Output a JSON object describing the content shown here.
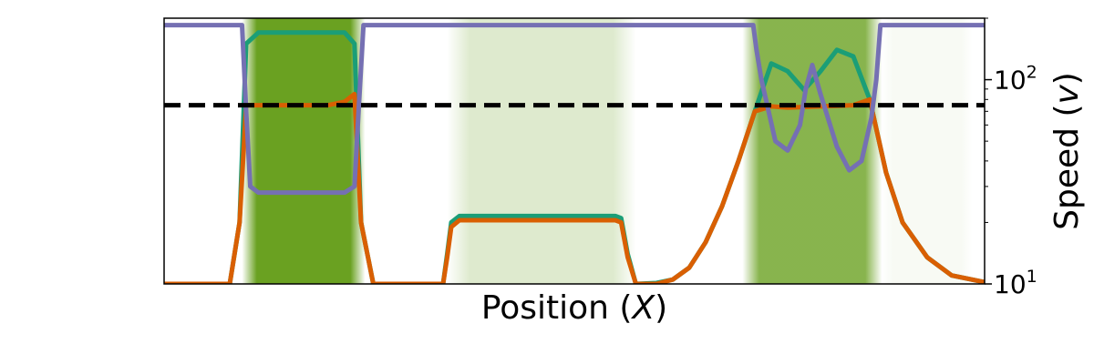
{
  "chart_data": {
    "type": "line",
    "title": "",
    "xlabel": "Position (X)",
    "ylabel": "Speed (v)",
    "y_scale": "log",
    "y_axis_side": "right",
    "ylim": [
      10,
      200
    ],
    "xlim": [
      0,
      1
    ],
    "x_ticks_shown": false,
    "grid": false,
    "legend": "none",
    "y_ticks": [
      {
        "value": 10,
        "label_base": "10",
        "label_exp": "1"
      },
      {
        "value": 100,
        "label_base": "10",
        "label_exp": "2"
      }
    ],
    "reference_line": {
      "y": 75,
      "style": "dashed",
      "color": "#000000"
    },
    "background_bands": [
      {
        "x_start": 0.095,
        "x_end": 0.245,
        "color": "#6aa121",
        "intensity": 1.0
      },
      {
        "x_start": 0.345,
        "x_end": 0.575,
        "color": "#6aa121",
        "intensity": 0.22
      },
      {
        "x_start": 0.705,
        "x_end": 0.875,
        "color": "#6aa121",
        "intensity": 0.8
      },
      {
        "x_start": 0.875,
        "x_end": 0.985,
        "color": "#6aa121",
        "intensity": 0.05
      }
    ],
    "series": [
      {
        "color": "#1b9e77",
        "x": [
          0,
          0.08,
          0.092,
          0.1,
          0.115,
          0.22,
          0.232,
          0.24,
          0.255,
          0.34,
          0.345,
          0.35,
          0.36,
          0.55,
          0.557,
          0.565,
          0.575,
          0.6,
          0.62,
          0.64,
          0.66,
          0.68,
          0.7,
          0.72,
          0.74,
          0.76,
          0.78,
          0.8,
          0.82,
          0.84,
          0.86,
          0.88,
          0.9,
          0.93,
          0.96,
          1.0
        ],
        "y": [
          10,
          10,
          20,
          150,
          170,
          170,
          150,
          20,
          10,
          10,
          14,
          20,
          21.5,
          21.5,
          21,
          14,
          10,
          10.1,
          10.5,
          12,
          16,
          24,
          40,
          70,
          120,
          110,
          89,
          110,
          140,
          130,
          80,
          35,
          20,
          13.5,
          11,
          10.2
        ]
      },
      {
        "color": "#d95f02",
        "x": [
          0,
          0.08,
          0.092,
          0.1,
          0.12,
          0.2,
          0.22,
          0.232,
          0.24,
          0.255,
          0.34,
          0.345,
          0.35,
          0.36,
          0.55,
          0.557,
          0.565,
          0.575,
          0.6,
          0.62,
          0.64,
          0.66,
          0.68,
          0.7,
          0.72,
          0.74,
          0.76,
          0.8,
          0.84,
          0.86,
          0.88,
          0.9,
          0.93,
          0.96,
          1.0
        ],
        "y": [
          10,
          10,
          20,
          75,
          75,
          75,
          78,
          85,
          20,
          10,
          10,
          13.5,
          19,
          20.5,
          20.5,
          20,
          13.5,
          10,
          10,
          10.5,
          12,
          16,
          24,
          40,
          70,
          74,
          73,
          74,
          75,
          80,
          35,
          20,
          13.5,
          11,
          10.2
        ]
      },
      {
        "color": "#7570b3",
        "x": [
          0,
          0.095,
          0.1,
          0.105,
          0.115,
          0.22,
          0.232,
          0.237,
          0.243,
          1.0
        ],
        "y": [
          185,
          185,
          70,
          30,
          28,
          28,
          30,
          70,
          185,
          185
        ],
        "segments_extra": {
          "x": [
            0.243,
            0.718,
            0.722,
            0.728,
            0.745,
            0.76,
            0.775,
            0.782,
            0.79,
            0.8,
            0.82,
            0.835,
            0.85,
            0.862,
            0.868,
            0.873,
            1.0
          ],
          "y": [
            185,
            185,
            140,
            100,
            50,
            45,
            60,
            90,
            118,
            85,
            47,
            36,
            40,
            65,
            100,
            185,
            185
          ]
        }
      }
    ]
  }
}
